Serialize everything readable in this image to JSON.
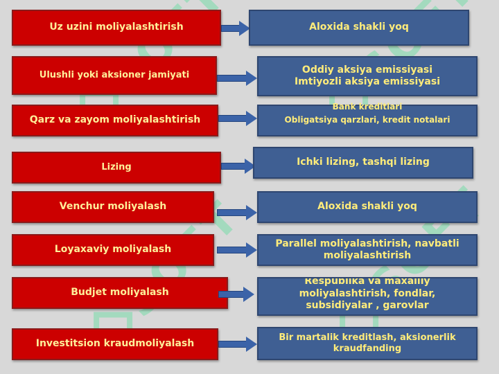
{
  "rows": [
    {
      "left": "Uz uzini moliyalashtirish",
      "right": [
        "Aloxida shakli yoq"
      ]
    },
    {
      "left": "Ulushli yoki aksioner jamiyati",
      "right": [
        "Oddiy aksiya emissiyasi",
        "Imtiyozli aksiya emissiyasi"
      ]
    },
    {
      "left": "Qarz va zayom moliyalashtirish",
      "right": [
        "Bank kreditlari",
        "Obligatsiya qarzlari, kredit notalari"
      ]
    },
    {
      "left": "Lizing",
      "right": [
        "Ichki lizing, tashqi lizing"
      ]
    },
    {
      "left": "Venchur moliyalash",
      "right": [
        "Aloxida shakli yoq"
      ]
    },
    {
      "left": "Loyaxaviy moliyalash",
      "right": [
        "Parallel moliyalashtirish, navbatli",
        "moliyalashtirish"
      ]
    },
    {
      "left": "Budjet moliyalash",
      "right": [
        "Respublika va maxalliy",
        "moliyalashtirish, fondlar,",
        "subsidiyalar , garovlar"
      ]
    },
    {
      "left": "Investitsion kraudmoliyalash",
      "right": [
        "Bir martalik kreditlash, aksionerlik",
        "kraudfanding"
      ]
    }
  ],
  "colors": {
    "red_box": "#cc0000",
    "blue_box": "#3f5f93",
    "text": "#ffef9a",
    "arrow": "#3b63a8"
  }
}
